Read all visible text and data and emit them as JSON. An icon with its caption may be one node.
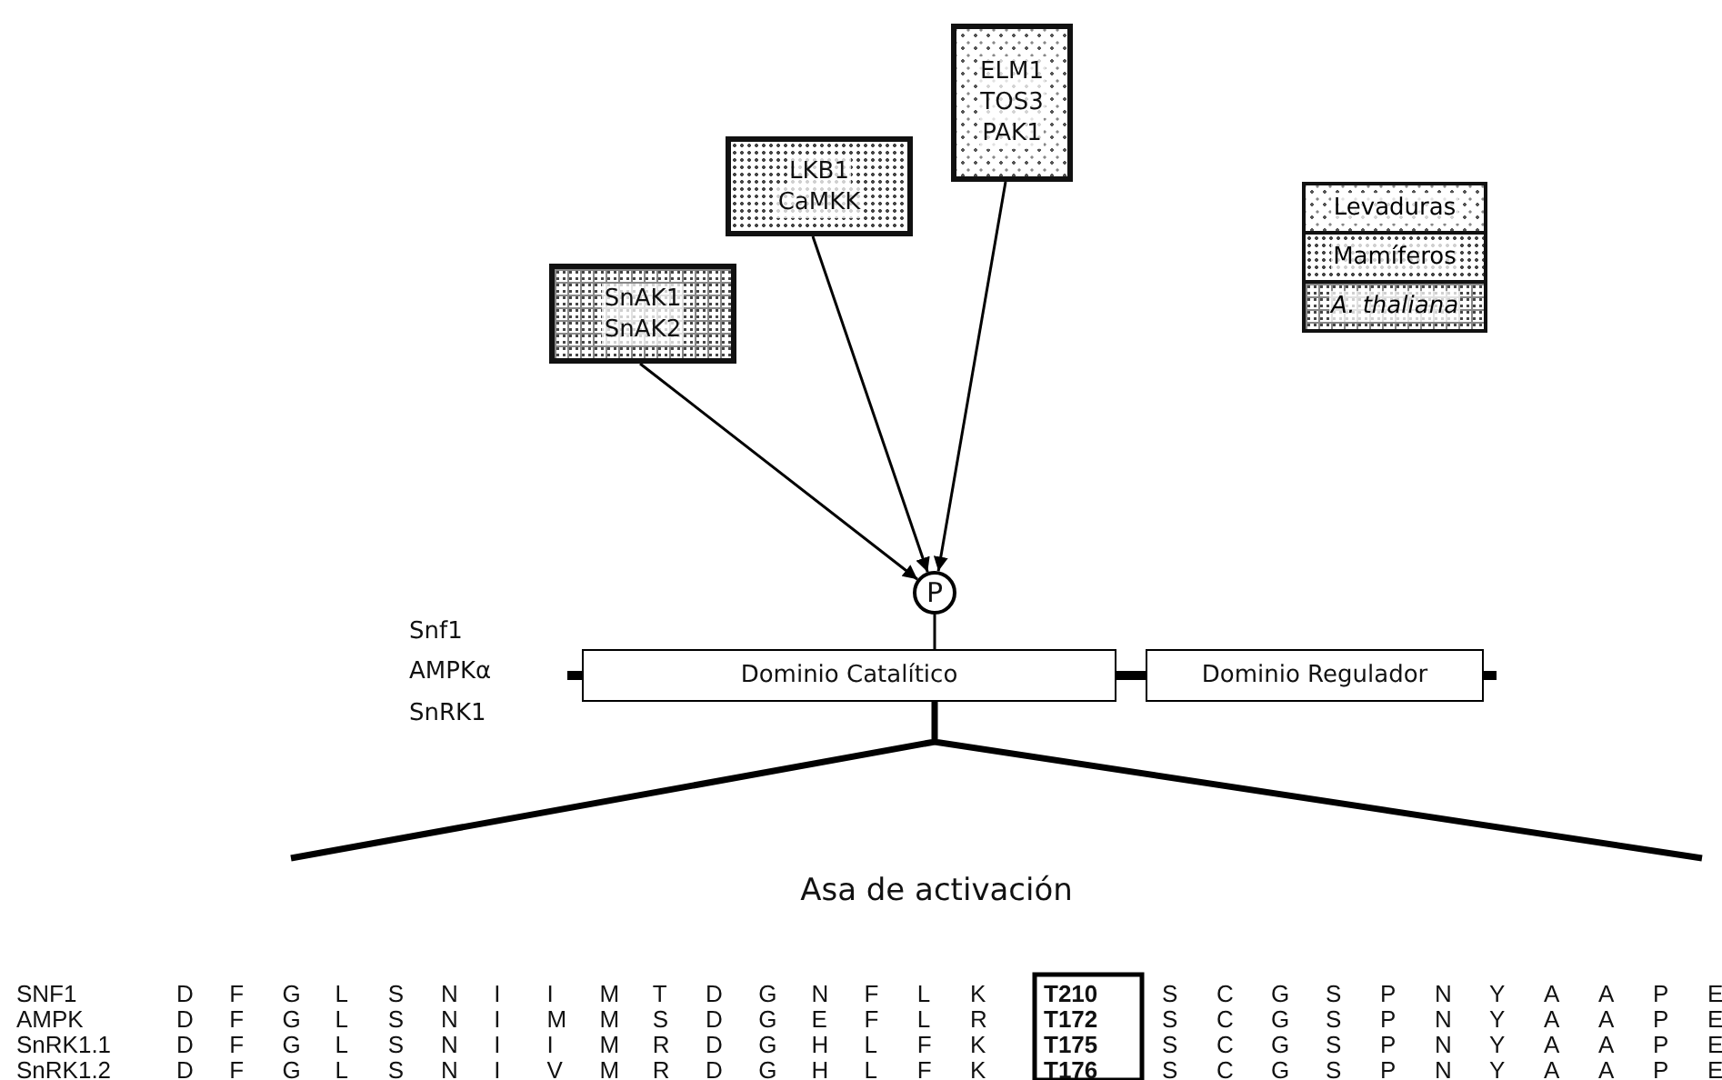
{
  "diagram": {
    "nodes": [
      {
        "text": [
          "SnAK1",
          "SnAK2"
        ]
      },
      {
        "text": [
          "LKB1",
          "CaMKK"
        ]
      },
      {
        "text": [
          "ELM1",
          "TOS3",
          "PAK1"
        ]
      },
      {
        "text": [
          "P"
        ]
      },
      {
        "text": [
          "Dominio Catalítico"
        ]
      },
      {
        "text": [
          "Dominio Regulador"
        ]
      }
    ],
    "edges": [
      {
        "from": 0,
        "to": 3,
        "arrow": "to"
      },
      {
        "from": 1,
        "to": 3,
        "arrow": "to"
      },
      {
        "from": 2,
        "to": 3,
        "arrow": "to"
      },
      {
        "from": 3,
        "to": 4,
        "arrow": "none"
      }
    ],
    "labels": [
      "Snf1",
      "AMPKα",
      "SnRK1",
      "Asa de activación",
      "SNF1",
      "D",
      "F",
      "G",
      "L",
      "S",
      "N",
      "I",
      "I",
      "M",
      "T",
      "D",
      "G",
      "N",
      "F",
      "L",
      "K",
      "T210",
      "S",
      "C",
      "G",
      "S",
      "P",
      "N",
      "Y",
      "A",
      "A",
      "P",
      "E",
      "AMPK",
      "D",
      "F",
      "G",
      "L",
      "S",
      "N",
      "I",
      "M",
      "M",
      "S",
      "D",
      "G",
      "E",
      "F",
      "L",
      "R",
      "T172",
      "S",
      "C",
      "G",
      "S",
      "P",
      "N",
      "Y",
      "A",
      "A",
      "P",
      "E",
      "SnRK1.1",
      "D",
      "F",
      "G",
      "L",
      "S",
      "N",
      "I",
      "I",
      "M",
      "R",
      "D",
      "G",
      "H",
      "L",
      "F",
      "K",
      "T175",
      "S",
      "C",
      "G",
      "S",
      "P",
      "N",
      "Y",
      "A",
      "A",
      "P",
      "E",
      "SnRK1.2",
      "D",
      "F",
      "G",
      "L",
      "S",
      "N",
      "I",
      "V",
      "M",
      "R",
      "D",
      "G",
      "H",
      "L",
      "F",
      "K",
      "T176",
      "S",
      "C",
      "G",
      "S",
      "P",
      "N",
      "Y",
      "A",
      "A",
      "P",
      "E"
    ],
    "legend": [
      {
        "text": "Levaduras"
      },
      {
        "text": "Mamíferos"
      },
      {
        "text": "*A. thaliana*"
      }
    ]
  }
}
